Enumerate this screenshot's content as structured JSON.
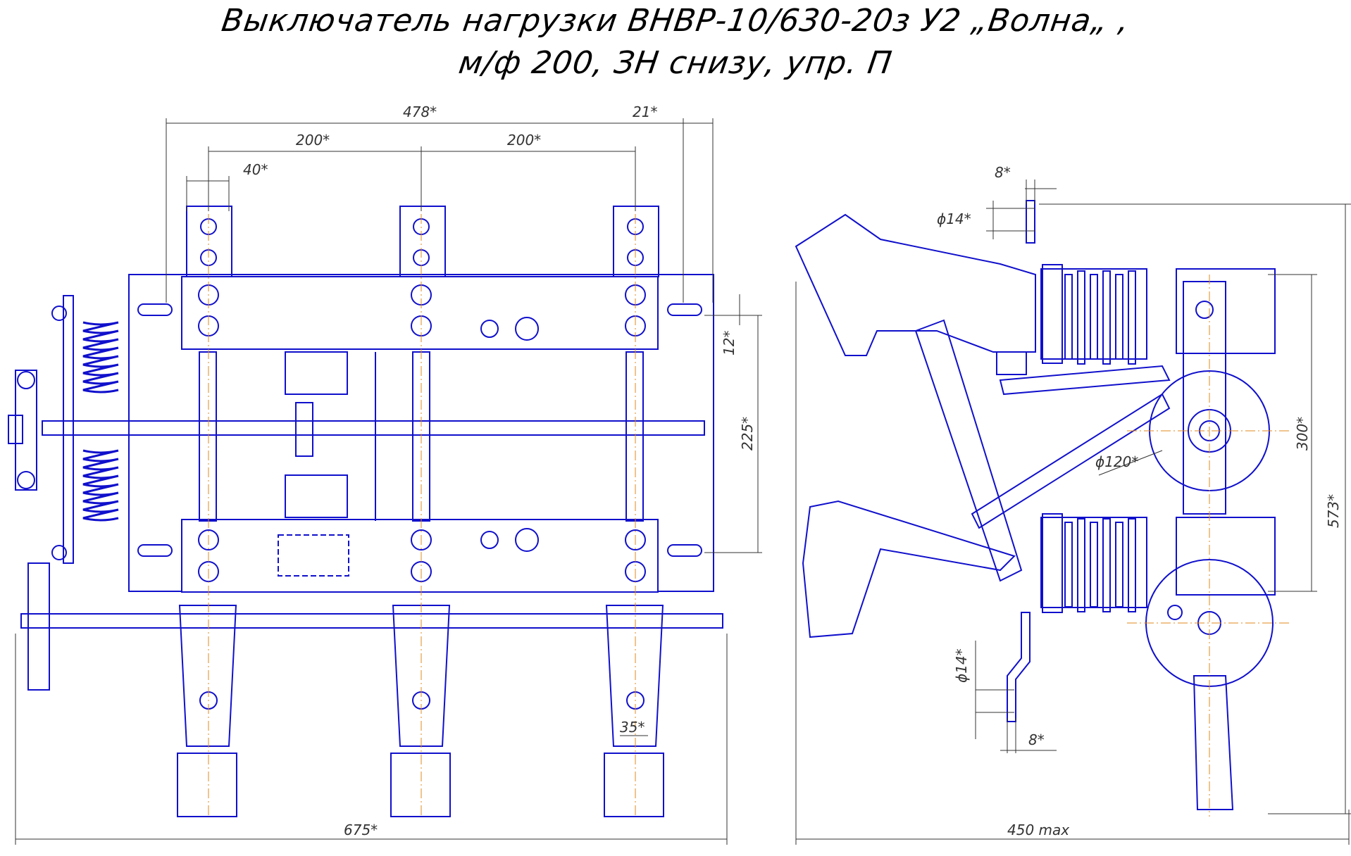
{
  "title": {
    "line1": "Выключатель нагрузки ВНВР-10/630-20з У2 „Волна„ ,",
    "line2": "м/ф 200, ЗН снизу, упр. П"
  },
  "dimensions": {
    "d478": "478*",
    "d21": "21*",
    "d200a": "200*",
    "d200b": "200*",
    "d40": "40*",
    "d12": "12*",
    "d225": "225*",
    "d35": "35*",
    "d675": "675*",
    "d8top": "8*",
    "d14top": "ϕ14*",
    "d120": "ϕ120*",
    "d300": "300*",
    "d573": "573*",
    "d14bot": "ϕ14*",
    "d8bot": "8*",
    "d450": "450 max"
  },
  "colors": {
    "drawing": "#1010cc",
    "centerline": "#e08a1e",
    "dimension": "#333333"
  }
}
